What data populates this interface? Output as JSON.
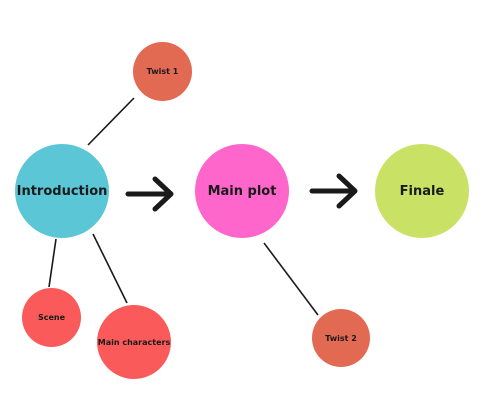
{
  "nodes": {
    "twist1": {
      "label": "Twist 1",
      "color": "#e26a52"
    },
    "introduction": {
      "label": "Introduction",
      "color": "#5bc6d6"
    },
    "main_plot": {
      "label": "Main plot",
      "color": "#ff66cc"
    },
    "finale": {
      "label": "Finale",
      "color": "#c9e265"
    },
    "scene": {
      "label": "Scene",
      "color": "#fa5a5a"
    },
    "main_characters": {
      "label": "Main characters",
      "color": "#fa5a5a"
    },
    "twist2": {
      "label": "Twist 2",
      "color": "#e26a52"
    }
  },
  "edges": [
    {
      "from": "introduction",
      "to": "twist1",
      "style": "line"
    },
    {
      "from": "introduction",
      "to": "scene",
      "style": "line"
    },
    {
      "from": "introduction",
      "to": "main_characters",
      "style": "line"
    },
    {
      "from": "main_plot",
      "to": "twist2",
      "style": "line"
    },
    {
      "from": "introduction",
      "to": "main_plot",
      "style": "arrow"
    },
    {
      "from": "main_plot",
      "to": "finale",
      "style": "arrow"
    }
  ],
  "colors": {
    "line": "#1a1a1a",
    "text": "#1a1a1a"
  }
}
